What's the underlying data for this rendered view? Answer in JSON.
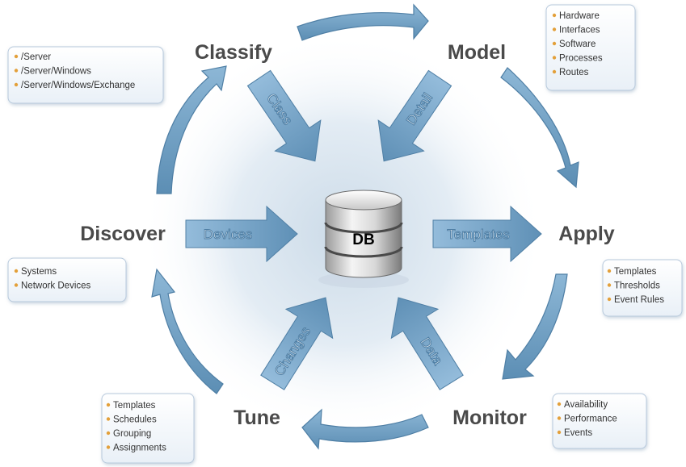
{
  "stages": {
    "classify": "Classify",
    "model": "Model",
    "apply": "Apply",
    "monitor": "Monitor",
    "tune": "Tune",
    "discover": "Discover"
  },
  "center": {
    "label": "DB"
  },
  "inner_arrows": {
    "class": "Class",
    "detail": "Detail",
    "devices": "Devices",
    "templates": "Templates",
    "changes": "Changes",
    "data": "Data"
  },
  "boxes": {
    "classify": [
      "/Server",
      "/Server/Windows",
      "/Server/Windows/Exchange"
    ],
    "model": [
      "Hardware",
      "Interfaces",
      "Software",
      "Processes",
      "Routes"
    ],
    "apply": [
      "Templates",
      "Thresholds",
      "Event Rules"
    ],
    "monitor": [
      "Availability",
      "Performance",
      "Events"
    ],
    "tune": [
      "Templates",
      "Schedules",
      "Grouping",
      "Assignments"
    ],
    "discover": [
      "Systems",
      "Network Devices"
    ]
  },
  "colors": {
    "arrow_fill": "#6f9fc2",
    "arrow_edge": "#4f7fa5",
    "stage_text": "#4a4a4a",
    "bullet": "#e3a03a",
    "box_border": "#b7c9dc"
  }
}
